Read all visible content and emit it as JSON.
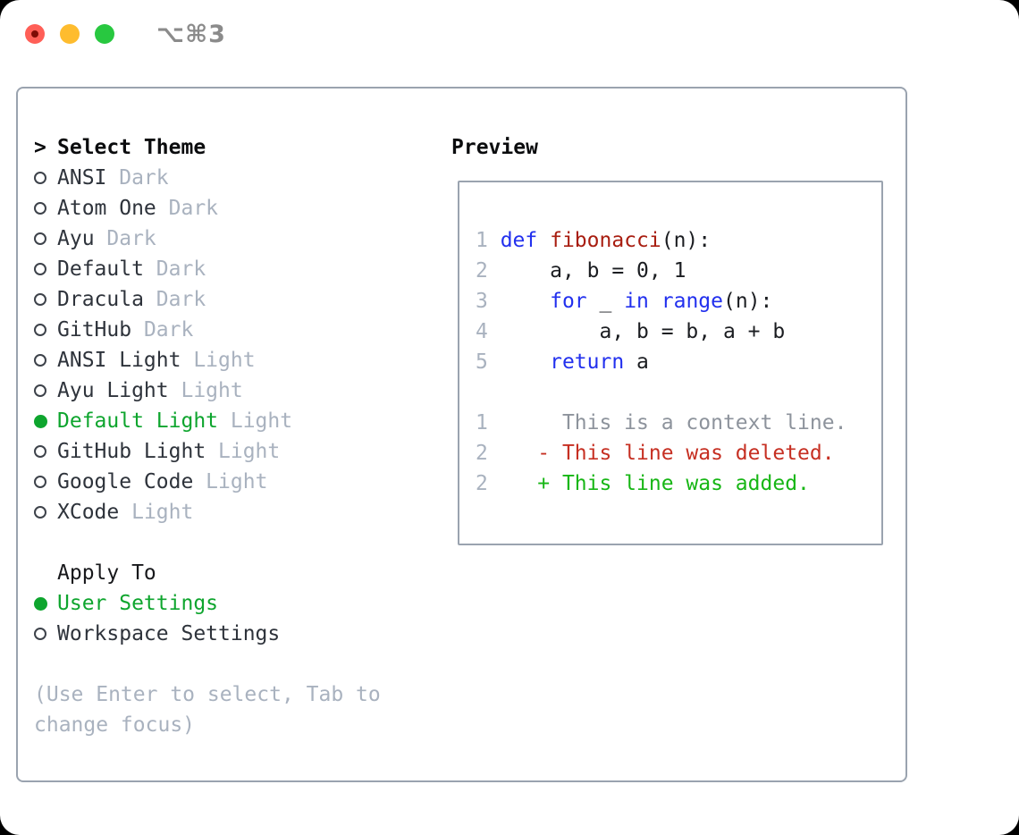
{
  "window": {
    "title_shortcut": "⌥⌘3"
  },
  "titlebar": {
    "buttons": [
      {
        "name": "close",
        "color": "#ff5f57",
        "has_dot": true
      },
      {
        "name": "minimize",
        "color": "#febc2e",
        "has_dot": false
      },
      {
        "name": "zoom",
        "color": "#28c840",
        "has_dot": false
      }
    ]
  },
  "theme_selector": {
    "prompt": ">",
    "title": "Select Theme",
    "themes": [
      {
        "name": "ANSI",
        "variant": "Dark",
        "selected": false
      },
      {
        "name": "Atom One",
        "variant": "Dark",
        "selected": false
      },
      {
        "name": "Ayu",
        "variant": "Dark",
        "selected": false
      },
      {
        "name": "Default",
        "variant": "Dark",
        "selected": false
      },
      {
        "name": "Dracula",
        "variant": "Dark",
        "selected": false
      },
      {
        "name": "GitHub",
        "variant": "Dark",
        "selected": false
      },
      {
        "name": "ANSI Light",
        "variant": "Light",
        "selected": false
      },
      {
        "name": "Ayu Light",
        "variant": "Light",
        "selected": false
      },
      {
        "name": "Default Light",
        "variant": "Light",
        "selected": true
      },
      {
        "name": "GitHub Light",
        "variant": "Light",
        "selected": false
      },
      {
        "name": "Google Code",
        "variant": "Light",
        "selected": false
      },
      {
        "name": "XCode",
        "variant": "Light",
        "selected": false
      }
    ],
    "apply_to": {
      "title": "Apply To",
      "options": [
        {
          "label": "User Settings",
          "selected": true
        },
        {
          "label": "Workspace Settings",
          "selected": false
        }
      ]
    },
    "help_lines": [
      "(Use Enter to select, Tab to",
      "change focus)"
    ],
    "icons": {
      "radio_selected": "filled-circle",
      "radio_unselected": "outline-circle"
    }
  },
  "preview": {
    "title": "Preview",
    "code_lines": [
      {
        "segments": [
          {
            "t": "1 ",
            "c": "lineno"
          },
          {
            "t": "def",
            "c": "keyword"
          },
          {
            "t": " ",
            "c": "code"
          },
          {
            "t": "fibonacci",
            "c": "function"
          },
          {
            "t": "(n):",
            "c": "code"
          }
        ]
      },
      {
        "segments": [
          {
            "t": "2 ",
            "c": "lineno"
          },
          {
            "t": "    a, b = 0, 1",
            "c": "code"
          }
        ]
      },
      {
        "segments": [
          {
            "t": "3 ",
            "c": "lineno"
          },
          {
            "t": "    ",
            "c": "code"
          },
          {
            "t": "for",
            "c": "keyword"
          },
          {
            "t": " _ ",
            "c": "code"
          },
          {
            "t": "in",
            "c": "keyword"
          },
          {
            "t": " ",
            "c": "code"
          },
          {
            "t": "range",
            "c": "keyword"
          },
          {
            "t": "(n):",
            "c": "code"
          }
        ]
      },
      {
        "segments": [
          {
            "t": "4 ",
            "c": "lineno"
          },
          {
            "t": "        a, b = b, a + b",
            "c": "code"
          }
        ]
      },
      {
        "segments": [
          {
            "t": "5 ",
            "c": "lineno"
          },
          {
            "t": "    ",
            "c": "code"
          },
          {
            "t": "return",
            "c": "keyword"
          },
          {
            "t": " a",
            "c": "code"
          }
        ]
      },
      {
        "segments": []
      },
      {
        "segments": [
          {
            "t": "1",
            "c": "lineno"
          },
          {
            "t": "      This is a context line.",
            "c": "context"
          }
        ]
      },
      {
        "segments": [
          {
            "t": "2",
            "c": "lineno"
          },
          {
            "t": "    - This line was deleted.",
            "c": "deleted"
          }
        ]
      },
      {
        "segments": [
          {
            "t": "2",
            "c": "lineno"
          },
          {
            "t": "    + This line was added.",
            "c": "added"
          }
        ]
      }
    ]
  },
  "colors": {
    "selection_green": "#0ea52e",
    "added_green": "#17b615",
    "deleted_red": "#c62f22",
    "keyword_blue": "#2230ee",
    "function_dark_red": "#a81d10",
    "muted_gray": "#a9b2bf",
    "context_gray": "#8d939c",
    "panel_border": "#9aa3af",
    "traffic_red": "#ff5f57",
    "traffic_yellow": "#febc2e",
    "traffic_green": "#28c840"
  }
}
